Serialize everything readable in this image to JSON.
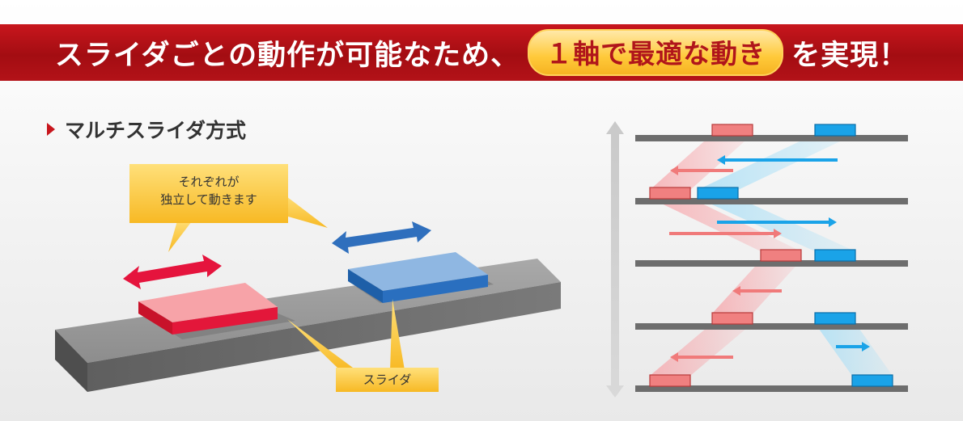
{
  "banner": {
    "text_before": "スライダごとの動作が可能なため、",
    "highlight": "１軸で最適な動き",
    "text_after": "を実現！"
  },
  "section": {
    "title": "マルチスライダ方式"
  },
  "callouts": {
    "independent_line1": "それぞれが",
    "independent_line2": "独立して動きます",
    "slider": "スライダ"
  },
  "colors": {
    "banner_red": "#b31218",
    "pill_yellow": "#ffc93a",
    "slider_red": "#f08080",
    "slider_blue": "#1aa3e8",
    "rail_gray": "#6d6d6d"
  },
  "icons": [
    "triangle-bullet-icon",
    "double-arrow-icon",
    "vertical-double-arrow-icon"
  ]
}
